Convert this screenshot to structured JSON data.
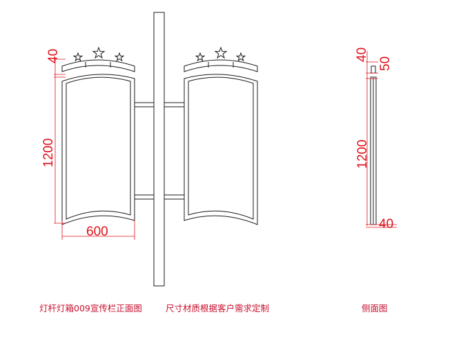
{
  "captions": {
    "front_view": "灯杆灯箱009宣传栏正面图",
    "note": "尺寸材质根据客户需求定制",
    "side_view": "侧面图"
  },
  "dimensions": {
    "front_top_height": "40",
    "front_panel_height": "1200",
    "front_panel_width": "600",
    "side_top_height": "40",
    "side_cap": "50",
    "side_panel_height": "1200",
    "side_bottom": "40"
  },
  "colors": {
    "dimension": "#e0101a",
    "caption": "#c8102e",
    "line": "#1a1a1a"
  }
}
